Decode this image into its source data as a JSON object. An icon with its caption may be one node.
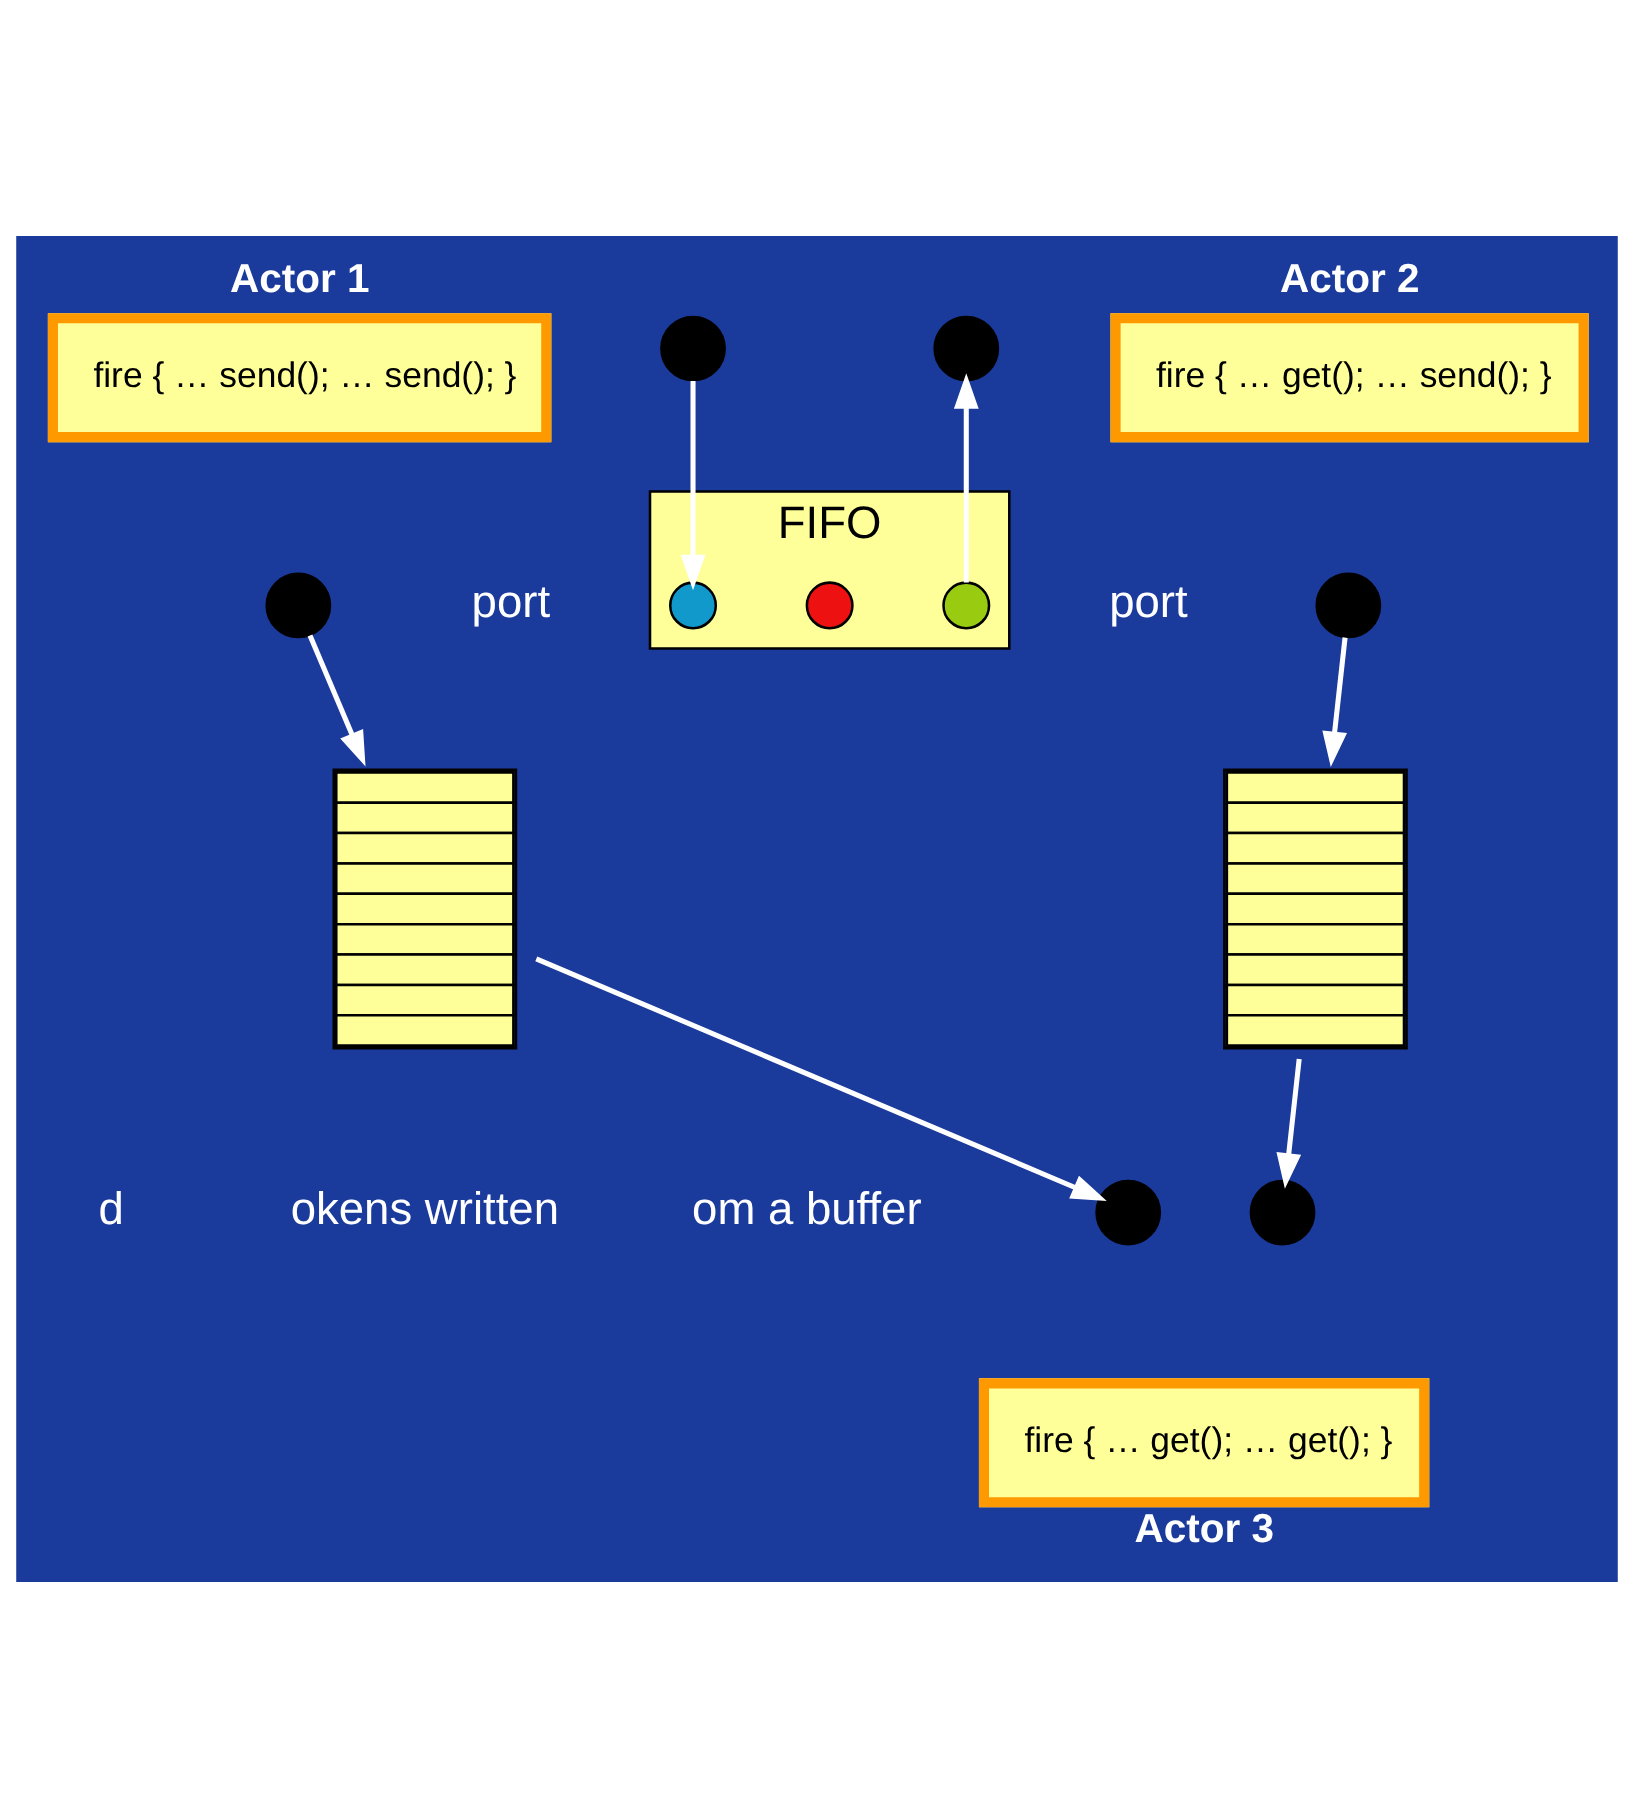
{
  "diagram": {
    "nodes": [
      {
        "text": [
          "Actor 1",
          "fire { … send(); … send(); }"
        ]
      },
      {
        "text": [],
        "shape": "circle"
      },
      {
        "text": [
          "FIFO"
        ]
      },
      {
        "text": [],
        "shape": "circle",
        "in": 2
      },
      {
        "text": [],
        "shape": "circle",
        "in": 2
      },
      {
        "text": [],
        "shape": "circle",
        "in": 2
      },
      {
        "text": [],
        "shape": "circle"
      },
      {
        "text": [
          "Actor 2",
          "fire { … get(); … send(); }"
        ]
      },
      {
        "text": [],
        "shape": "circle"
      },
      {
        "text": [],
        "shape": "bar"
      },
      {
        "text": [],
        "shape": "circle"
      },
      {
        "text": [],
        "shape": "bar"
      },
      {
        "text": [],
        "shape": "circle"
      },
      {
        "text": [],
        "shape": "circle"
      },
      {
        "text": [
          "fire { … get(); … get(); }",
          "Actor 3"
        ]
      }
    ],
    "edges": [
      {
        "from": 1,
        "to": 3,
        "arrow": "to"
      },
      {
        "from": 5,
        "to": 6,
        "arrow": "to"
      },
      {
        "from": 8,
        "to": 9,
        "arrow": "to"
      },
      {
        "from": 9,
        "to": 13,
        "arrow": "to"
      },
      {
        "from": 10,
        "to": 11,
        "arrow": "to"
      },
      {
        "from": 11,
        "to": 12,
        "arrow": "to"
      }
    ],
    "labels": [
      "port",
      "port",
      "d",
      "okens written",
      "om a buffer"
    ]
  }
}
